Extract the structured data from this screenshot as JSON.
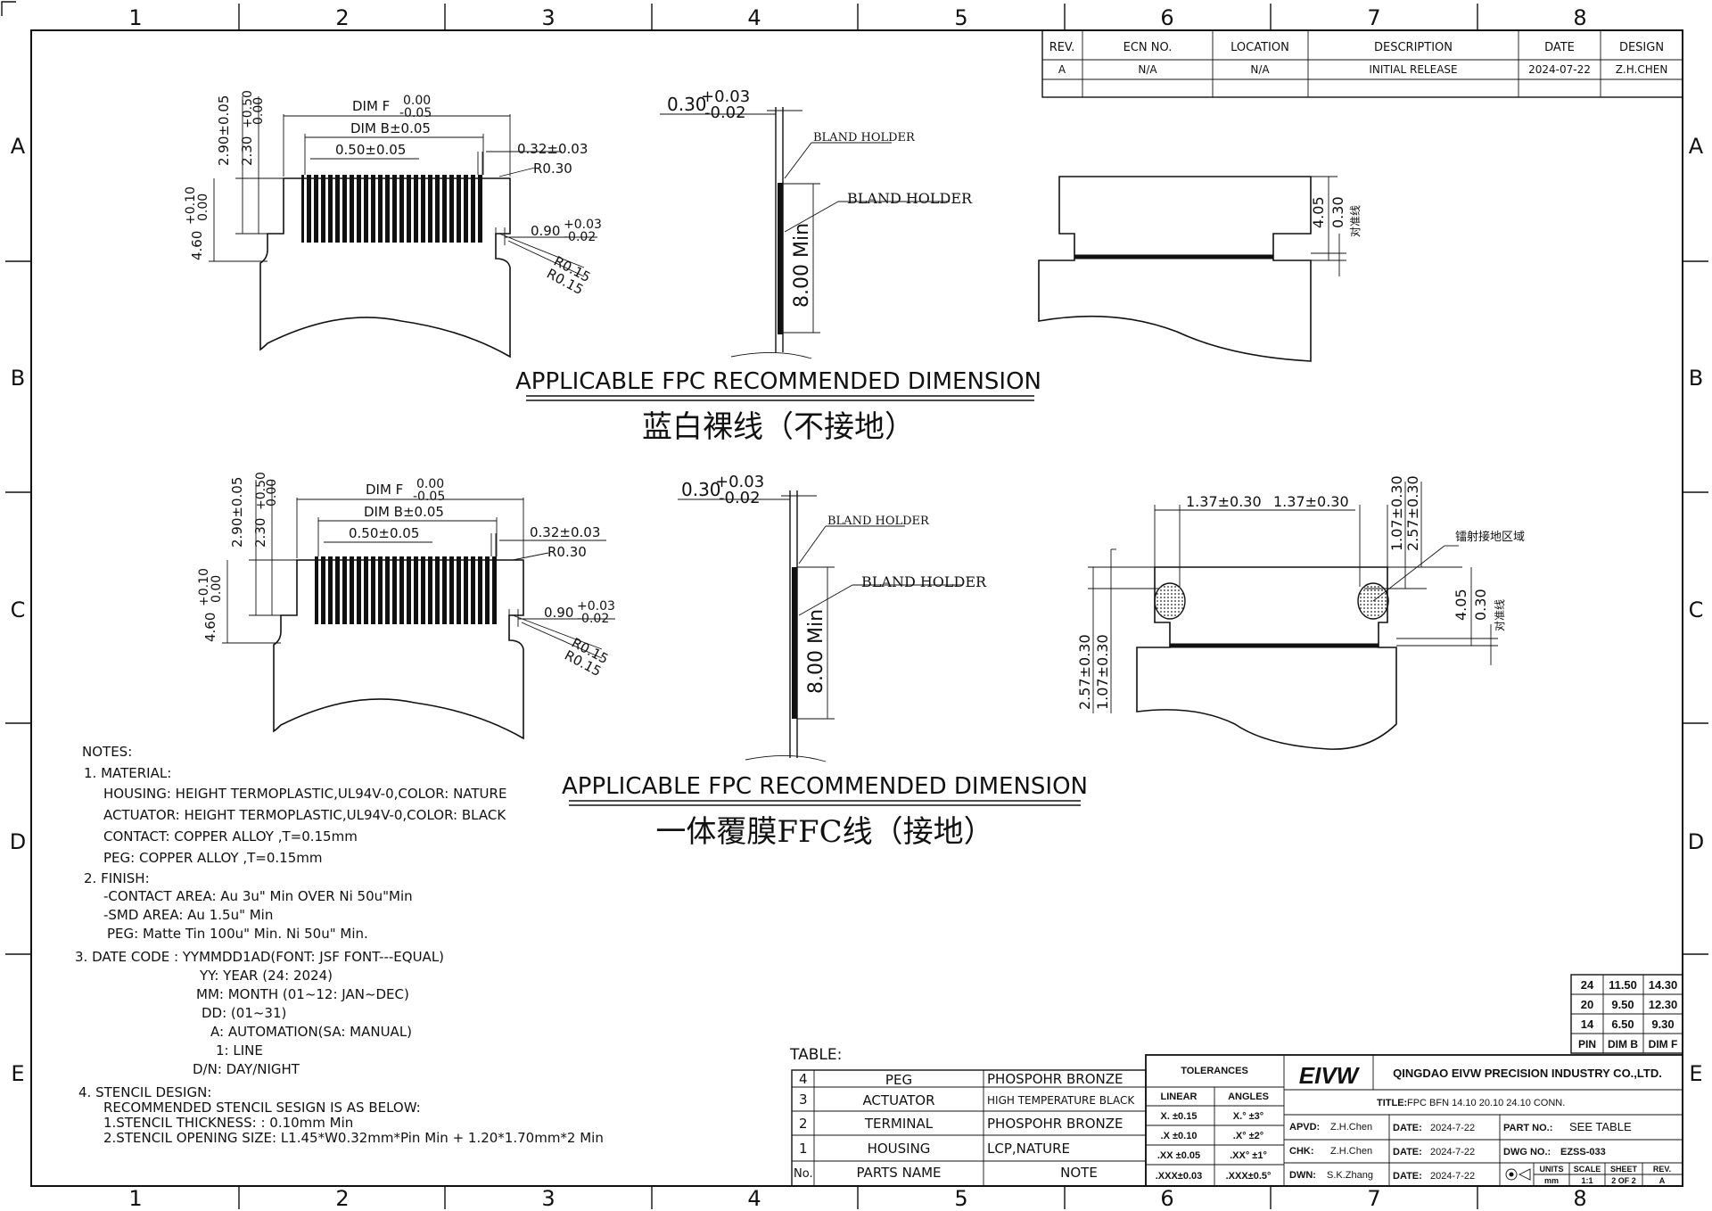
{
  "grid": {
    "columns": [
      "1",
      "2",
      "3",
      "4",
      "5",
      "6",
      "7",
      "8"
    ],
    "rows": [
      "A",
      "B",
      "C",
      "D",
      "E"
    ]
  },
  "revision": {
    "headers": [
      "REV.",
      "ECN NO.",
      "LOCATION",
      "DESCRIPTION",
      "DATE",
      "DESIGN"
    ],
    "row": [
      "A",
      "N/A",
      "N/A",
      "INITIAL RELEASE",
      "2024-07-22",
      "Z.H.CHEN"
    ]
  },
  "views": {
    "top": {
      "dim_f": "DIM F",
      "dim_f_tol_upper": "0.00",
      "dim_f_tol_lower": "-0.05",
      "dim_b": "DIM B±0.05",
      "pitch": "0.50±0.05",
      "tab": "0.32±0.03",
      "r030": "R0.30",
      "gap_value": "0.90",
      "gap_tol_upper": "+0.03",
      "gap_tol_lower": "-0.02",
      "r015a": "R0.15",
      "r015b": "R0.15",
      "h290": "2.90±0.05",
      "h230": "2.30",
      "h230_tol_upper": "+0.50",
      "h230_tol_lower": "0.00",
      "h460": "4.60",
      "h460_tol_upper": "+0.10",
      "h460_tol_lower": "0.00",
      "side_thk": "0.30",
      "side_thk_tol_upper": "+0.03",
      "side_thk_tol_lower": "-0.02",
      "holder1": "BLAND HOLDER",
      "holder2": "BLAND HOLDER",
      "len": "8.00 Min",
      "right_h1": "4.05",
      "right_h2": "0.30",
      "right_cn": "对准线",
      "title": "APPLICABLE FPC RECOMMENDED DIMENSION",
      "subtitle": "蓝白裸线（不接地）"
    },
    "bottom": {
      "dim_f": "DIM F",
      "dim_f_tol_upper": "0.00",
      "dim_f_tol_lower": "-0.05",
      "dim_b": "DIM B±0.05",
      "pitch": "0.50±0.05",
      "tab": "0.32±0.03",
      "r030": "R0.30",
      "gap_value": "0.90",
      "gap_tol_upper": "+0.03",
      "gap_tol_lower": "-0.02",
      "r015a": "R0.15",
      "r015b": "R0.15",
      "h290": "2.90±0.05",
      "h230": "2.30",
      "h230_tol_upper": "+0.50",
      "h230_tol_lower": "0.00",
      "h460": "4.60",
      "h460_tol_upper": "+0.10",
      "h460_tol_lower": "0.00",
      "side_thk": "0.30",
      "side_thk_tol_upper": "+0.03",
      "side_thk_tol_lower": "-0.02",
      "holder1": "BLAND HOLDER",
      "holder2": "BLAND HOLDER",
      "len": "8.00 Min",
      "w1": "1.37±0.30",
      "w2": "1.37±0.30",
      "v1": "1.07±0.30",
      "v2": "2.57±0.30",
      "l1": "2.57±0.30",
      "l2": "1.07±0.30",
      "right_h1": "4.05",
      "right_h2": "0.30",
      "right_cn": "对准线",
      "ground_label": "镭射接地区域",
      "title": "APPLICABLE FPC RECOMMENDED DIMENSION",
      "subtitle": "一体覆膜FFC线（接地）"
    }
  },
  "notes": {
    "heading": "NOTES:",
    "lines": [
      "1. MATERIAL:",
      "HOUSING: HEIGHT  TERMOPLASTIC,UL94V-0,COLOR: NATURE",
      "ACTUATOR: HEIGHT  TERMOPLASTIC,UL94V-0,COLOR: BLACK",
      "CONTACT: COPPER  ALLOY  ,T=0.15mm",
      "PEG: COPPER  ALLOY  ,T=0.15mm",
      "2. FINISH:",
      "-CONTACT AREA: Au  3u\"  Min  OVER  Ni  50u\"Min",
      "-SMD  AREA: Au  1.5u\"  Min",
      "PEG: Matte  Tin  100u\"  Min.  Ni  50u\"  Min.",
      "3. DATE CODE :  YYMMDD1AD(FONT:  JSF  FONT---EQUAL)",
      "YY:  YEAR  (24:  2024)",
      "MM:  MONTH  (01~12:  JAN~DEC)",
      "DD:  (01~31)",
      "A:  AUTOMATION(SA: MANUAL)",
      "1:  LINE",
      "D/N:  DAY/NIGHT",
      "4. STENCIL  DESIGN:",
      "RECOMMENDED  STENCIL  SESIGN  IS  AS  BELOW:",
      "1.STENCIL  THICKNESS: :  0.10mm  Min",
      "2.STENCIL  OPENING  SIZE:  L1.45*W0.32mm*Pin  Min  +  1.20*1.70mm*2  Min"
    ]
  },
  "pin_table": {
    "rows": [
      [
        "24",
        "11.50",
        "14.30"
      ],
      [
        "20",
        "9.50",
        "12.30"
      ],
      [
        "14",
        "6.50",
        "9.30"
      ]
    ],
    "headers": [
      "PIN",
      "DIM B",
      "DIM F"
    ]
  },
  "parts_table": {
    "title": "TABLE:",
    "rows": [
      [
        "4",
        "PEG",
        "PHOSPOHR  BRONZE"
      ],
      [
        "3",
        "ACTUATOR",
        "HIGH  TEMPERATURE  BLACK"
      ],
      [
        "2",
        "TERMINAL",
        "PHOSPOHR  BRONZE"
      ],
      [
        "1",
        "HOUSING",
        "LCP,NATURE"
      ]
    ],
    "headers": [
      "No.",
      "PARTS  NAME",
      "NOTE"
    ]
  },
  "title_block": {
    "tolerances": "TOLERANCES",
    "linear": "LINEAR",
    "angles": "ANGLES",
    "tol_rows": [
      [
        "X.  ±0.15",
        "X.°  ±3°"
      ],
      [
        ".X  ±0.10",
        ".X°  ±2°"
      ],
      [
        ".XX ±0.05",
        ".XX° ±1°"
      ],
      [
        ".XXX±0.03",
        ".XXX±0.5°"
      ]
    ],
    "logo": "EIVW",
    "company": "QINGDAO EIVW PRECISION INDUSTRY CO.,LTD.",
    "title_label": "TITLE:",
    "title_value": "FPC  BFN  14.10  20.10  24.10  CONN.",
    "apvd_label": "APVD:",
    "apvd": "Z.H.Chen",
    "chk_label": "CHK:",
    "chk": "Z.H.Chen",
    "dwn_label": "DWN:",
    "dwn": "S.K.Zhang",
    "date_label": "DATE:",
    "date1": "2024-7-22",
    "date2": "2024-7-22",
    "date3": "2024-7-22",
    "part_no_label": "PART NO.:",
    "part_no": "SEE  TABLE",
    "dwg_no_label": "DWG NO.:",
    "dwg_no": "EZSS-033",
    "units_label": "UNITS",
    "units": "mm",
    "scale_label": "SCALE",
    "scale": "1:1",
    "sheet_label": "SHEET",
    "sheet": "2 OF 2",
    "rev_label": "REV.",
    "rev": "A"
  }
}
